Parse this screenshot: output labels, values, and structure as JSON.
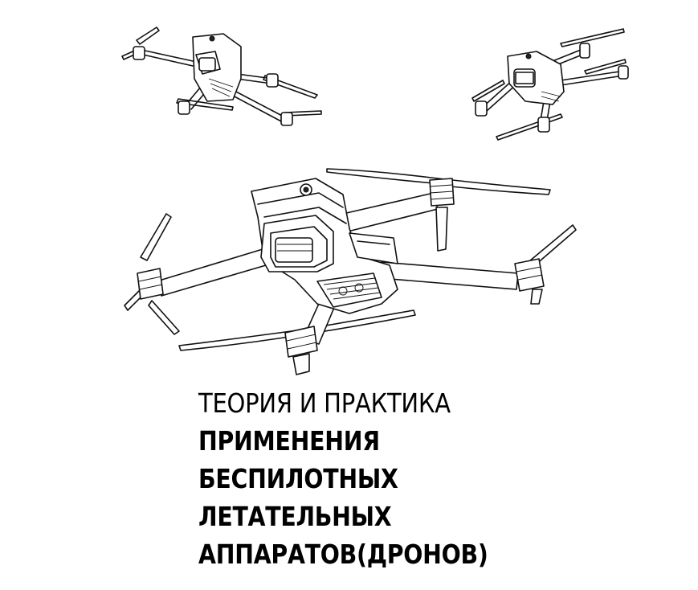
{
  "illustrations": {
    "drone_small_left": "drone-illustration",
    "drone_small_right": "drone-illustration",
    "drone_main": "drone-illustration"
  },
  "title": {
    "line1": "ТЕОРИЯ И ПРАКТИКА",
    "line2": "ПРИМЕНЕНИЯ",
    "line3": "БЕСПИЛОТНЫХ",
    "line4": "ЛЕТАТЕЛЬНЫХ",
    "line5": "АППАРАТОВ(ДРОНОВ)"
  },
  "colors": {
    "background": "#ffffff",
    "text": "#000000",
    "lineart": "#111111"
  }
}
